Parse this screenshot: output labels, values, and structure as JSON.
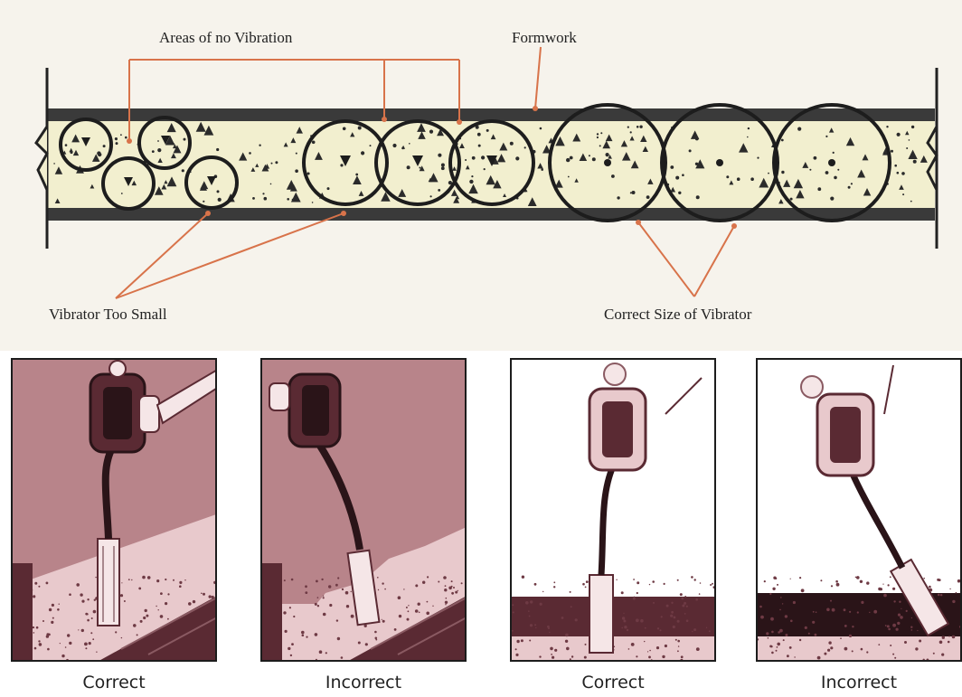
{
  "diagram": {
    "labels": {
      "areas_no_vibration": "Areas of no Vibration",
      "formwork": "Formwork",
      "vibrator_too_small": "Vibrator Too Small",
      "correct_size": "Correct Size of Vibrator"
    }
  },
  "panels": [
    {
      "caption": "Correct"
    },
    {
      "caption": "Incorrect"
    },
    {
      "caption": "Correct"
    },
    {
      "caption": "Incorrect"
    }
  ],
  "colors": {
    "panel_bg_mauve": "#b8848a",
    "panel_bg_white": "#ffffff",
    "dark": "#5a2a33",
    "annotation": "#d8734a",
    "concrete_fill": "#f2efcf"
  }
}
